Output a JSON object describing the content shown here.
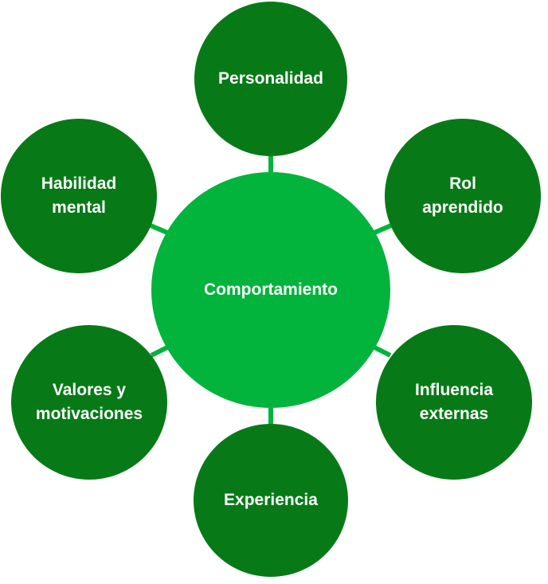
{
  "diagram": {
    "colors": {
      "outer_fill": "#077a17",
      "center_fill": "#02b33c",
      "connector": "#02b33c",
      "text": "#ffffff"
    },
    "center": {
      "label": "Comportamiento"
    },
    "nodes": [
      {
        "id": "personalidad",
        "label": "Personalidad"
      },
      {
        "id": "rol-aprendido",
        "label": "Rol\naprendido"
      },
      {
        "id": "influencia-externas",
        "label": "Influencia\nexternas"
      },
      {
        "id": "experiencia",
        "label": "Experiencia"
      },
      {
        "id": "valores-motivaciones",
        "label": "Valores y\nmotivaciones"
      },
      {
        "id": "habilidad-mental",
        "label": "Habilidad\nmental"
      }
    ]
  }
}
